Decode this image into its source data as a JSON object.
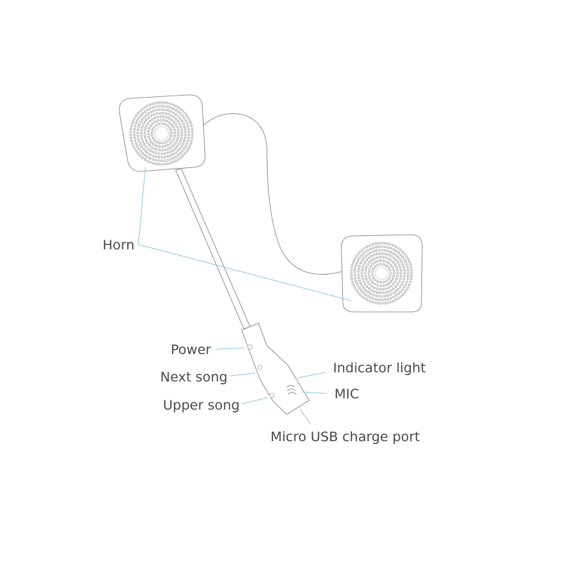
{
  "labels": {
    "horn": "Horn",
    "power": "Power",
    "next_song": "Next song",
    "upper_song": "Upper song",
    "indicator_light": "Indicator light",
    "mic": "MIC",
    "charge_port": "Micro USB charge port"
  },
  "colors": {
    "leader_line": "#8fc9e3",
    "outline": "#9a9a9a",
    "text": "#4a4a4a",
    "background": "#ffffff"
  }
}
